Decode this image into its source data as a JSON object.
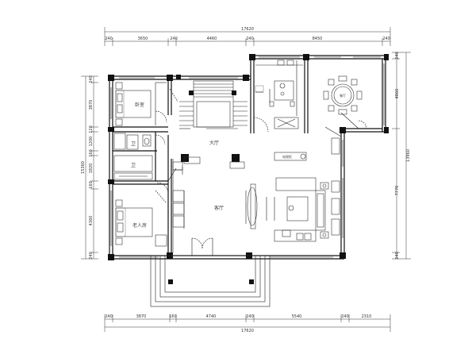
{
  "dimensions": {
    "top_total": "17620",
    "top_segments": [
      "240",
      "3650",
      "240",
      "4460",
      "240",
      "8450",
      "240"
    ],
    "bottom_total": "17620",
    "bottom_segments": [
      "240",
      "3870",
      "160",
      "4740",
      "240",
      "5540",
      "240",
      "2310"
    ],
    "left_total": "15360",
    "left_segments": [
      "240",
      "3870",
      "120",
      "1200",
      "160",
      "1820",
      "160",
      "4360",
      "240"
    ],
    "right_total": "13960",
    "right_segments": [
      "240",
      "4860",
      "7770",
      "240"
    ]
  },
  "rooms": {
    "bedroom_1": "卧室",
    "bedroom_2": "老人房",
    "bath_1": "卫",
    "bath_2": "卫",
    "dining": "餐厅",
    "living": "客厅",
    "hall": "大厅",
    "tv_label": "电视柜"
  }
}
